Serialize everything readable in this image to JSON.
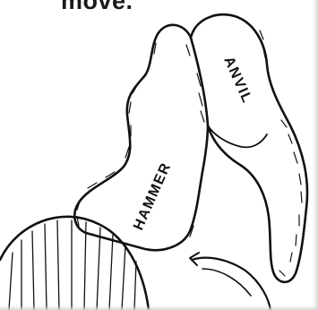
{
  "caption": "move.",
  "labels": {
    "hammer": "HAMMER",
    "anvil": "ANVIL"
  },
  "colors": {
    "ink": "#111111",
    "background": "#ffffff"
  }
}
